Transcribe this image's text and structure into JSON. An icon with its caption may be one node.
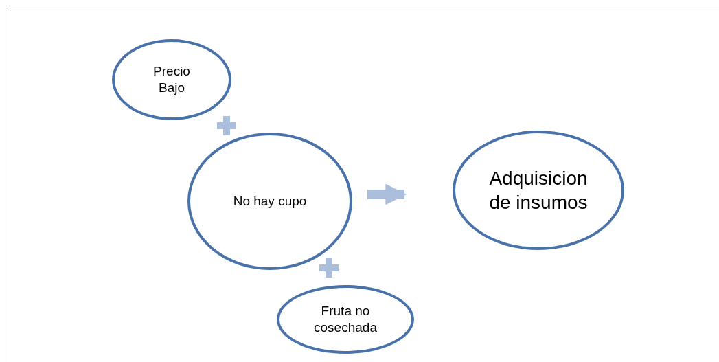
{
  "diagram": {
    "nodes": [
      {
        "text": [
          "Precio Bajo"
        ]
      },
      {
        "text": [
          "No hay cupo"
        ]
      },
      {
        "text": [
          "Adquisicion de insumos"
        ]
      },
      {
        "text": [
          "Fruta no cosechada"
        ]
      }
    ],
    "edges": [
      {
        "from": 1,
        "to": 2,
        "arrow": "to"
      }
    ]
  }
}
